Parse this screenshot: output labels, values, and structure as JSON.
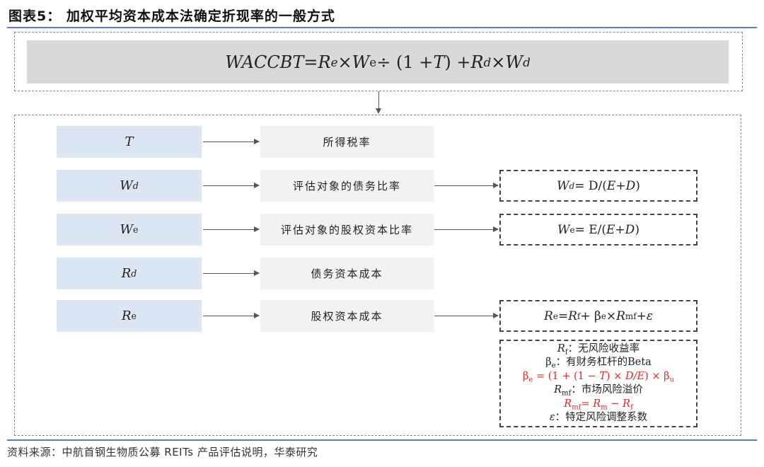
{
  "title": "图表5： 加权平均资本成本法确定折现率的一般方式",
  "top_formula": [
    [
      "WACCBT",
      "i"
    ],
    [
      "= ",
      ""
    ],
    [
      "R",
      "i"
    ],
    [
      "e",
      "isub"
    ],
    [
      " × ",
      ""
    ],
    [
      "W",
      "i"
    ],
    [
      "e",
      "sub"
    ],
    [
      " ÷ (1 + ",
      ""
    ],
    [
      "T",
      "i"
    ],
    [
      ") + ",
      ""
    ],
    [
      "R",
      "i"
    ],
    [
      "d",
      "isub"
    ],
    [
      " ×  ",
      ""
    ],
    [
      "W",
      "i"
    ],
    [
      "d",
      "isub"
    ]
  ],
  "rows": [
    {
      "label": [
        [
          "T",
          "i"
        ]
      ],
      "desc": "所得税率"
    },
    {
      "label": [
        [
          "W",
          "i"
        ],
        [
          "d",
          "isub"
        ]
      ],
      "desc": "评估对象的债务比率",
      "formula": [
        [
          "W",
          "i"
        ],
        [
          "d",
          "isub"
        ],
        [
          " = D/(",
          ""
        ],
        [
          "E",
          "i"
        ],
        [
          " + ",
          ""
        ],
        [
          "D",
          "i"
        ],
        [
          ")",
          ""
        ]
      ]
    },
    {
      "label": [
        [
          "W",
          "i"
        ],
        [
          "e",
          "sub"
        ]
      ],
      "desc": "评估对象的股权资本比率",
      "formula": [
        [
          "W",
          "i"
        ],
        [
          "e",
          "sub"
        ],
        [
          " = E/(",
          ""
        ],
        [
          "E",
          "i"
        ],
        [
          " + ",
          ""
        ],
        [
          "D",
          "i"
        ],
        [
          ")",
          ""
        ]
      ]
    },
    {
      "label": [
        [
          "R",
          "i"
        ],
        [
          "d",
          "isub"
        ]
      ],
      "desc": "债务资本成本"
    },
    {
      "label": [
        [
          "R",
          "i"
        ],
        [
          "e",
          "sub"
        ]
      ],
      "desc": "股权资本成本",
      "formula": [
        [
          "R",
          "i"
        ],
        [
          "e",
          "sub"
        ],
        [
          " = ",
          ""
        ],
        [
          "R",
          "i"
        ],
        [
          "f",
          "sub"
        ],
        [
          " + β",
          ""
        ],
        [
          "e",
          "sub"
        ],
        [
          " × ",
          ""
        ],
        [
          "R",
          "i"
        ],
        [
          "mf",
          "sub"
        ],
        [
          " + ",
          ""
        ],
        [
          "ε",
          "i"
        ]
      ]
    }
  ],
  "notes": [
    {
      "red": false,
      "tokens": [
        [
          "R",
          "i"
        ],
        [
          "f",
          "sub"
        ],
        [
          "：无风险收益率",
          ""
        ]
      ]
    },
    {
      "red": false,
      "tokens": [
        [
          "β",
          ""
        ],
        [
          "e",
          "sub"
        ],
        [
          "：有财务杠杆的Beta",
          ""
        ]
      ]
    },
    {
      "red": true,
      "tokens": [
        [
          "β",
          ""
        ],
        [
          "e",
          "sub"
        ],
        [
          " = (1 + (1 − ",
          ""
        ],
        [
          "T",
          "i"
        ],
        [
          ") × ",
          ""
        ],
        [
          "D/E",
          "i"
        ],
        [
          ") × β",
          ""
        ],
        [
          "u",
          "sub"
        ]
      ]
    },
    {
      "red": false,
      "tokens": [
        [
          "R",
          "i"
        ],
        [
          "mf",
          "sub"
        ],
        [
          "：市场风险溢价",
          ""
        ]
      ]
    },
    {
      "red": true,
      "tokens": [
        [
          "R",
          "i"
        ],
        [
          "mf",
          "sub"
        ],
        [
          "= ",
          ""
        ],
        [
          "R",
          "i"
        ],
        [
          "m",
          "sub"
        ],
        [
          " − ",
          ""
        ],
        [
          "R",
          "i"
        ],
        [
          "f",
          "sub"
        ]
      ]
    },
    {
      "red": false,
      "tokens": [
        [
          "ε",
          "i"
        ],
        [
          "：特定风险调整系数",
          ""
        ]
      ]
    }
  ],
  "source": "资料来源：中航首钢生物质公募 REITs 产品评估说明，华泰研究",
  "colors": {
    "rule": "#5b7fb5",
    "label_box": "#dce6f2",
    "desc_box": "#f2f2f2",
    "formula_box": "#d9d9d9",
    "red": "#e8262b"
  }
}
